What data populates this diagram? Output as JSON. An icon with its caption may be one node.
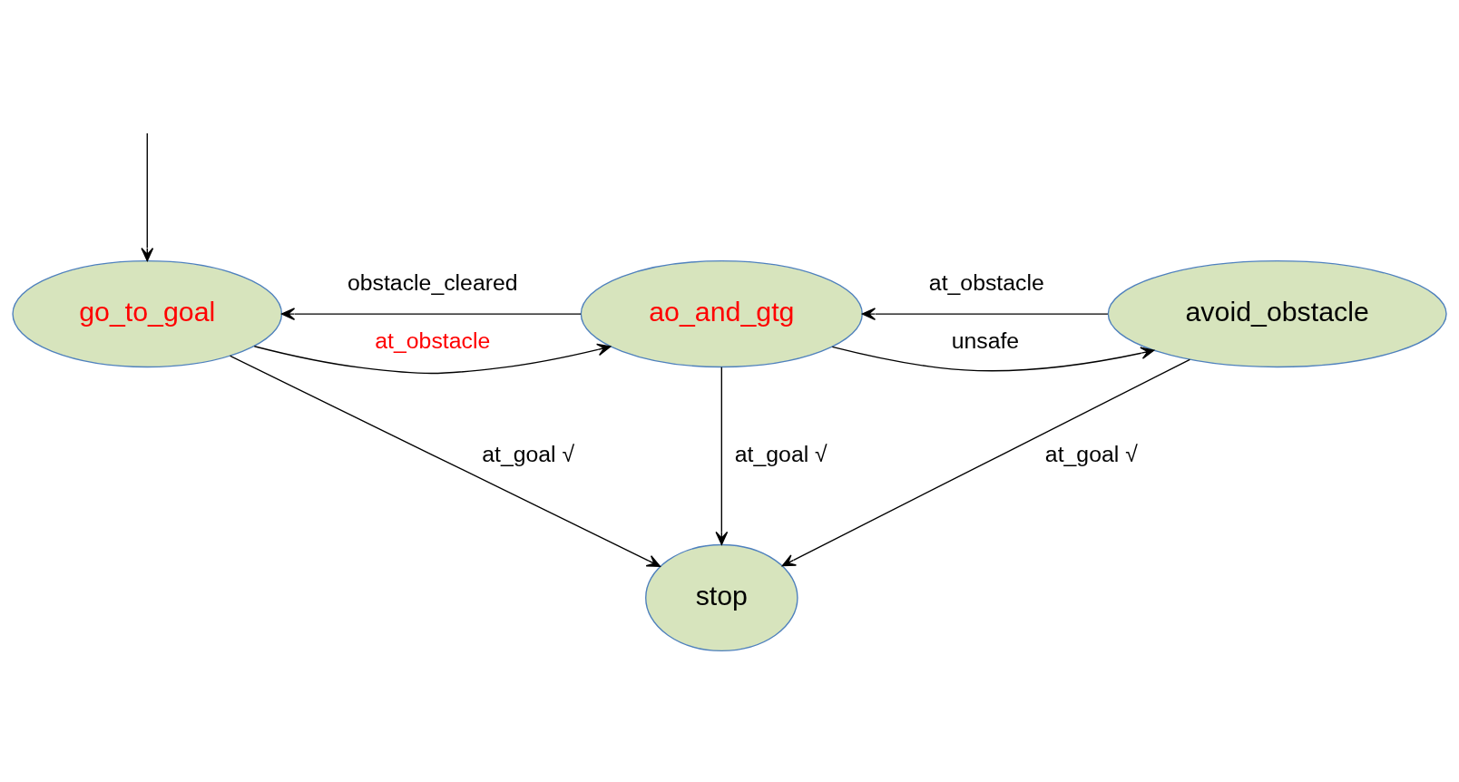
{
  "diagram": {
    "nodes": [
      {
        "text": [
          "go_to_goal"
        ]
      },
      {
        "text": [
          "ao_and_gtg"
        ]
      },
      {
        "text": [
          "avoid_obstacle"
        ]
      },
      {
        "text": [
          "stop"
        ]
      }
    ],
    "edges": [
      {
        "from": null,
        "to": 0,
        "arrow": "to"
      },
      {
        "from": 0,
        "to": 1,
        "arrow": "to",
        "label": "at_obstacle"
      },
      {
        "from": 1,
        "to": 0,
        "arrow": "to",
        "label": "obstacle_cleared"
      },
      {
        "from": 1,
        "to": 2,
        "arrow": "to",
        "label": "unsafe"
      },
      {
        "from": 2,
        "to": 1,
        "arrow": "to",
        "label": "at_obstacle"
      },
      {
        "from": 0,
        "to": 3,
        "arrow": "to",
        "label": "at_goal √"
      },
      {
        "from": 1,
        "to": 3,
        "arrow": "to",
        "label": "at_goal √"
      },
      {
        "from": 2,
        "to": 3,
        "arrow": "to",
        "label": "at_goal √"
      }
    ]
  }
}
